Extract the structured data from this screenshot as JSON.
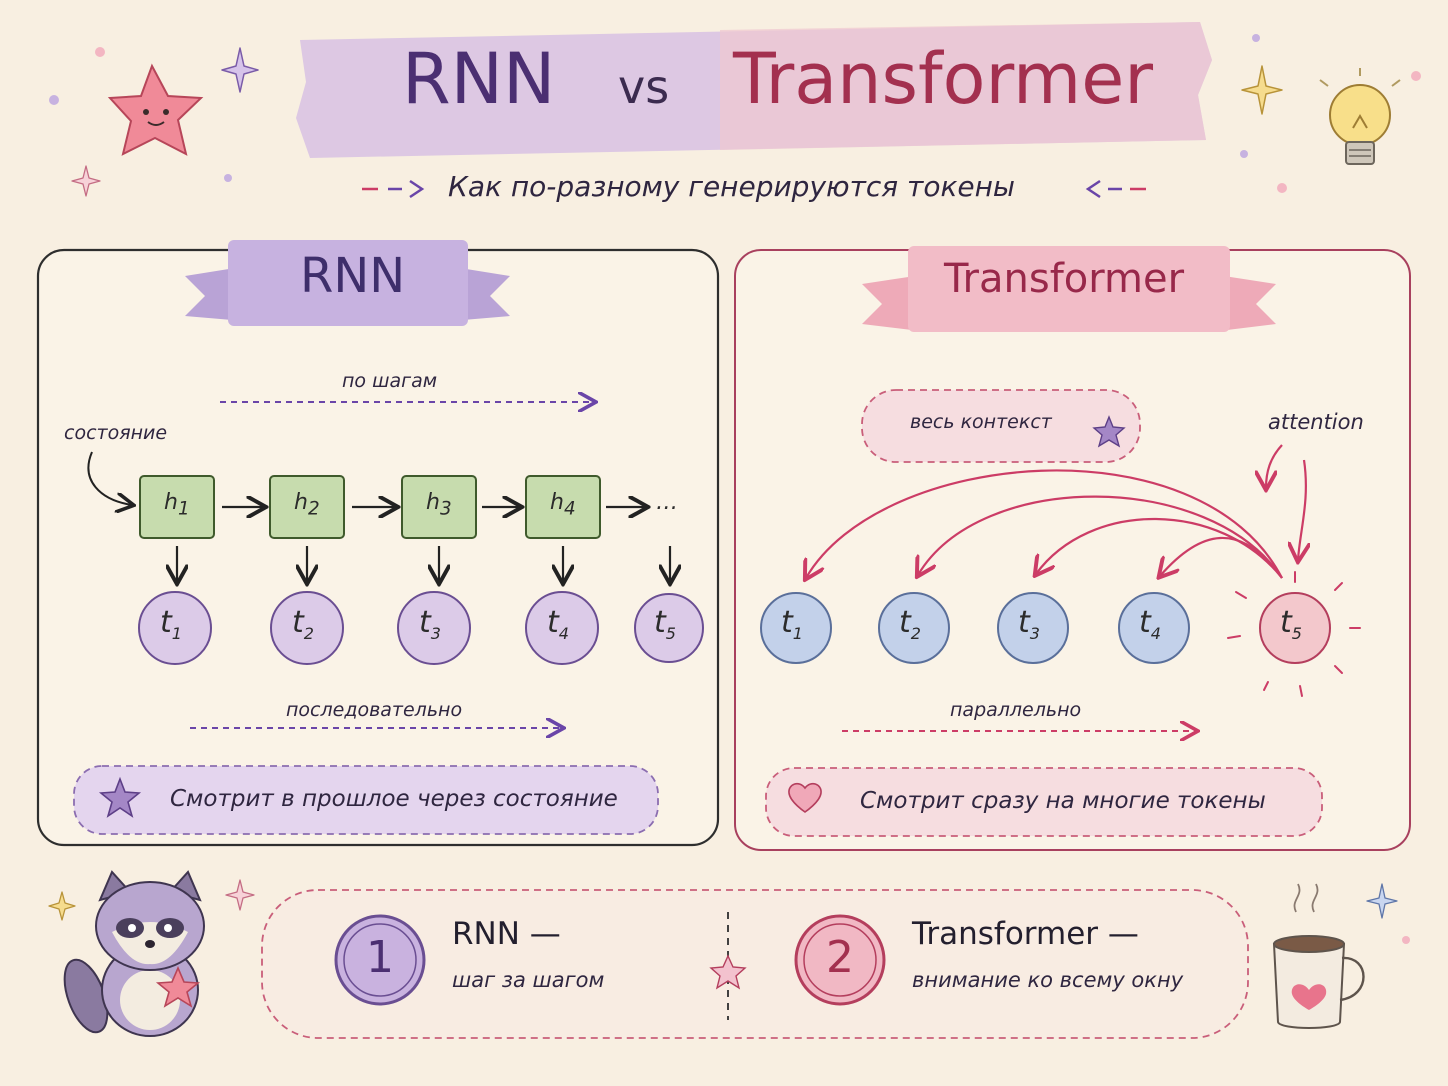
{
  "title": {
    "left": "RNN",
    "vs": "vs",
    "right": "Transformer"
  },
  "subtitle": "Как по-разному генерируются токены",
  "rnn": {
    "ribbon": "RNN",
    "step_label": "по шагам",
    "state_label": "состояние",
    "hidden": [
      {
        "base": "h",
        "sub": "1"
      },
      {
        "base": "h",
        "sub": "2"
      },
      {
        "base": "h",
        "sub": "3"
      },
      {
        "base": "h",
        "sub": "4"
      }
    ],
    "ellipsis": "…",
    "tokens": [
      {
        "base": "t",
        "sub": "1"
      },
      {
        "base": "t",
        "sub": "2"
      },
      {
        "base": "t",
        "sub": "3"
      },
      {
        "base": "t",
        "sub": "4"
      },
      {
        "base": "t",
        "sub": "5"
      }
    ],
    "order_label": "последовательно",
    "note": "Смотрит в прошлое через состояние"
  },
  "transformer": {
    "ribbon": "Transformer",
    "context_label": "весь контекст",
    "attention_label": "attention",
    "tokens": [
      {
        "base": "t",
        "sub": "1"
      },
      {
        "base": "t",
        "sub": "2"
      },
      {
        "base": "t",
        "sub": "3"
      },
      {
        "base": "t",
        "sub": "4"
      },
      {
        "base": "t",
        "sub": "5"
      }
    ],
    "order_label": "параллельно",
    "note": "Смотрит сразу на многие токены"
  },
  "summary": {
    "item1": {
      "num": "1",
      "title": "RNN —",
      "desc": "шаг за шагом"
    },
    "item2": {
      "num": "2",
      "title": "Transformer —",
      "desc": "внимание ко всему окну"
    }
  },
  "colors": {
    "background": "#f8efe1",
    "rnn_purple": "#4b2f72",
    "transformer_red": "#a3304f",
    "hidden_box": "#c7dcae",
    "rnn_token": "#dccbe8",
    "tr_token_blue": "#c3d1ea",
    "tr_token_pink": "#f3c8cc"
  },
  "icons": [
    "star-mascot-icon",
    "lightbulb-icon",
    "sparkle-icon",
    "raccoon-icon",
    "coffee-mug-icon",
    "heart-icon",
    "star-icon"
  ]
}
